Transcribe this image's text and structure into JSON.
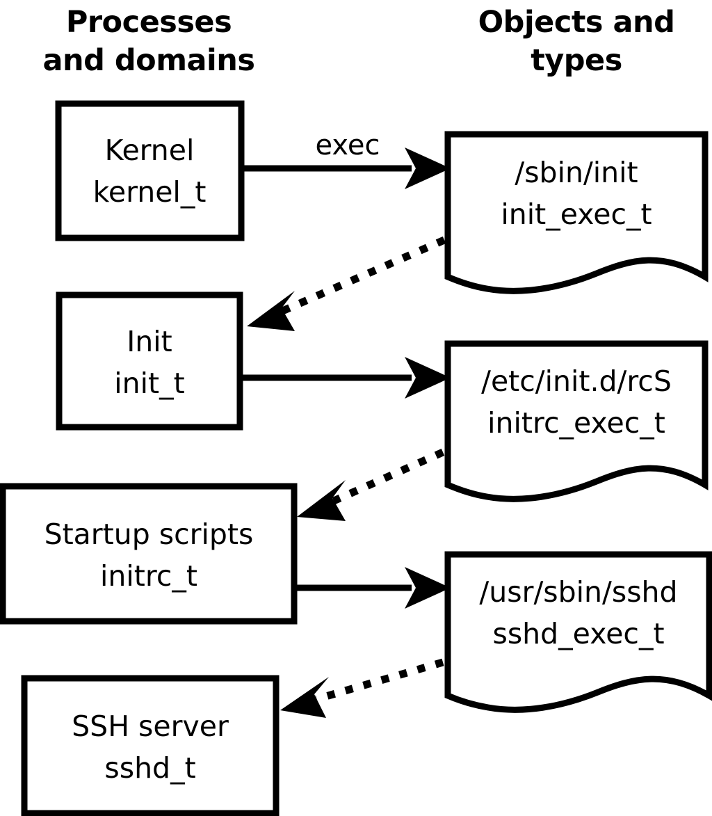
{
  "diagram": {
    "title_left": "Processes\nand domains",
    "columns": [
      {
        "id": "processes",
        "line1": "Processes",
        "line2": "and domains"
      },
      {
        "id": "objects",
        "line1": "Objects and",
        "line2": "types"
      }
    ],
    "process_nodes": [
      {
        "id": "kernel",
        "label": "Kernel",
        "type": "kernel_t"
      },
      {
        "id": "init",
        "label": "Init",
        "type": "init_t"
      },
      {
        "id": "initrc",
        "label": "Startup scripts",
        "type": "initrc_t"
      },
      {
        "id": "sshd",
        "label": "SSH server",
        "type": "sshd_t"
      }
    ],
    "object_nodes": [
      {
        "id": "init_exec",
        "path": "/sbin/init",
        "type": "init_exec_t"
      },
      {
        "id": "initrc_exec",
        "path": "/etc/init.d/rcS",
        "type": "initrc_exec_t"
      },
      {
        "id": "sshd_exec",
        "path": "/usr/sbin/sshd",
        "type": "sshd_exec_t"
      }
    ],
    "edges": [
      {
        "id": "kernel-exec-init",
        "from": "kernel",
        "to": "init_exec",
        "style": "solid",
        "label": "exec"
      },
      {
        "id": "init_exec-transition",
        "from": "init_exec",
        "to": "init",
        "style": "dotted",
        "label": ""
      },
      {
        "id": "init-exec-initrc",
        "from": "init",
        "to": "initrc_exec",
        "style": "solid",
        "label": ""
      },
      {
        "id": "initrc_exec-transition",
        "from": "initrc_exec",
        "to": "initrc",
        "style": "dotted",
        "label": ""
      },
      {
        "id": "initrc-exec-sshd",
        "from": "initrc",
        "to": "sshd_exec",
        "style": "solid",
        "label": ""
      },
      {
        "id": "sshd_exec-transition",
        "from": "sshd_exec",
        "to": "sshd",
        "style": "dotted",
        "label": ""
      }
    ],
    "colors": {
      "background": "#ffffff",
      "stroke": "#000000",
      "text": "#000000"
    }
  }
}
